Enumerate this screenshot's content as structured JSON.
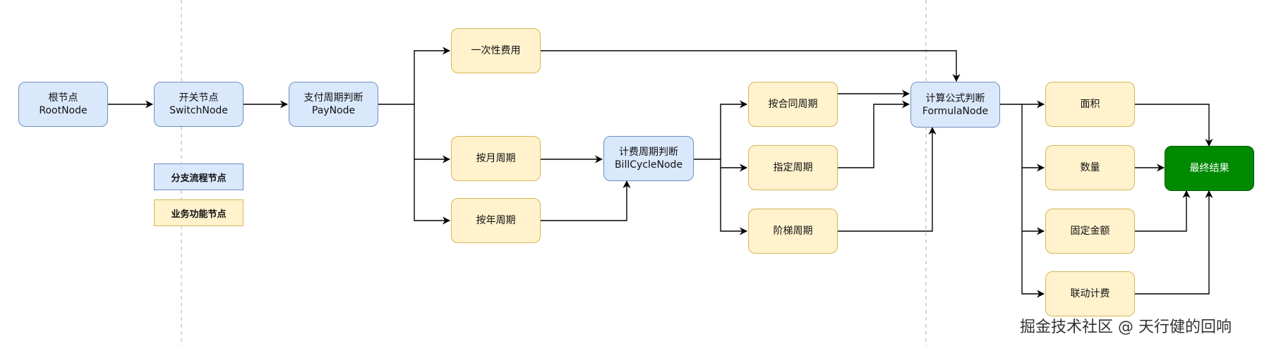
{
  "nodes": {
    "root": {
      "line1": "根节点",
      "line2": "RootNode"
    },
    "switch": {
      "line1": "开关节点",
      "line2": "SwitchNode"
    },
    "pay": {
      "line1": "支付周期判断",
      "line2": "PayNode"
    },
    "once": {
      "label": "一次性费用"
    },
    "monthly": {
      "label": "按月周期"
    },
    "yearly": {
      "label": "按年周期"
    },
    "billcycle": {
      "line1": "计费周期判断",
      "line2": "BillCycleNode"
    },
    "contract": {
      "label": "按合同周期"
    },
    "specified": {
      "label": "指定周期"
    },
    "tiered": {
      "label": "阶梯周期"
    },
    "formula": {
      "line1": "计算公式判断",
      "line2": "FormulaNode"
    },
    "area": {
      "label": "面积"
    },
    "quantity": {
      "label": "数量"
    },
    "fixed": {
      "label": "固定金额"
    },
    "linked": {
      "label": "联动计费"
    },
    "result": {
      "label": "最终结果"
    }
  },
  "legend": {
    "branch": "分支流程节点",
    "business": "业务功能节点"
  },
  "watermark": "掘金技术社区 @ 天行健的回响",
  "colors": {
    "blue_fill": "#dae8fc",
    "blue_stroke": "#6c8ebf",
    "yellow_fill": "#fff2cc",
    "yellow_stroke": "#d6b656",
    "green_fill": "#008a00"
  }
}
